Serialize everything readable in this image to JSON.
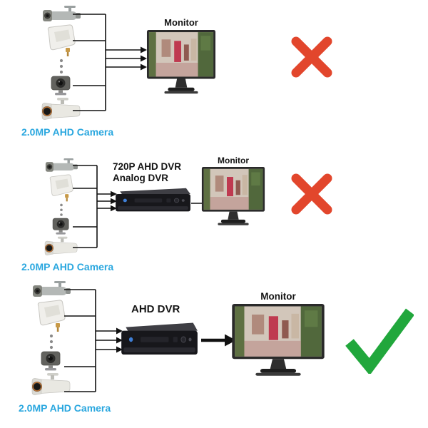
{
  "scenarios": [
    {
      "camera_label": "2.0MP AHD Camera",
      "monitor_label": "Monitor",
      "result": "incompatible",
      "result_icon": "red-cross"
    },
    {
      "camera_label": "2.0MP AHD Camera",
      "dvr_label_line1": "720P AHD DVR",
      "dvr_label_line2": "Analog DVR",
      "monitor_label": "Monitor",
      "result": "incompatible",
      "result_icon": "red-cross"
    },
    {
      "camera_label": "2.0MP AHD Camera",
      "dvr_label": "AHD DVR",
      "monitor_label": "Monitor",
      "result": "compatible",
      "result_icon": "green-check"
    }
  ],
  "icons": {
    "camera_stack": [
      "mini-bullet-camera",
      "pir-style-camera",
      "ellipsis",
      "cube-camera",
      "bullet-camera"
    ],
    "fail": "red-cross",
    "pass": "green-check"
  },
  "colors": {
    "camera_label_text": "#2AA7DF",
    "fail_cross": "#E2462C",
    "pass_check": "#21A73C",
    "wire": "#111111",
    "background": "#FFFFFF"
  }
}
